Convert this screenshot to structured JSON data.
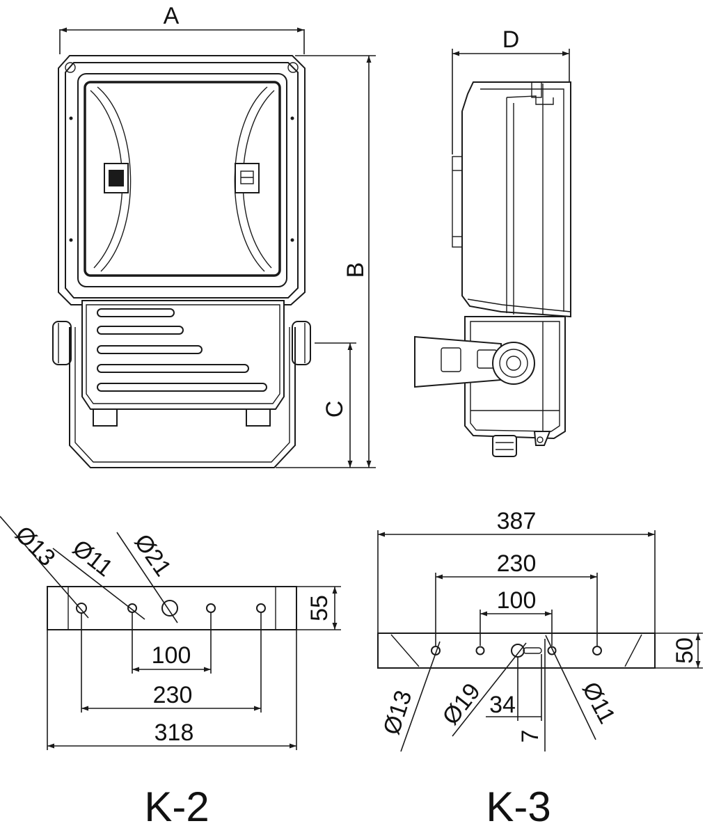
{
  "views": {
    "front": {
      "dim_width": "A",
      "dim_height": "B",
      "dim_mount": "C"
    },
    "side": {
      "dim_depth": "D"
    }
  },
  "bracket_k2": {
    "caption": "K-2",
    "hole_13": "Ø13",
    "hole_11": "Ø11",
    "hole_21": "Ø21",
    "height": "55",
    "spacing_inner": "100",
    "spacing_outer": "230",
    "length": "318"
  },
  "bracket_k3": {
    "caption": "K-3",
    "length": "387",
    "spacing_outer": "230",
    "spacing_inner": "100",
    "height": "50",
    "hole_13": "Ø13",
    "hole_19": "Ø19",
    "hole_11": "Ø11",
    "slot_length": "34",
    "slot_width": "7"
  }
}
